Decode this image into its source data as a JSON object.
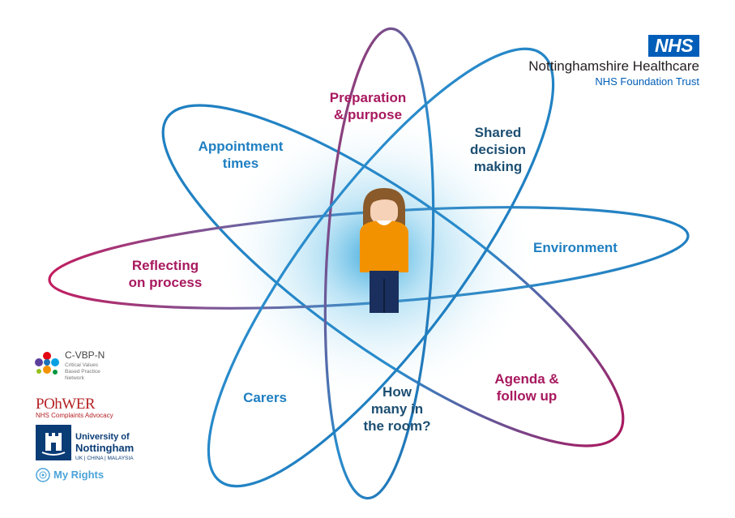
{
  "organisation": {
    "badge": "NHS",
    "name": "Nottinghamshire Healthcare",
    "subtitle": "NHS Foundation Trust"
  },
  "labels": {
    "preparation": [
      "Preparation",
      "& purpose"
    ],
    "shared": [
      "Shared",
      "decision",
      "making"
    ],
    "appointment": [
      "Appointment",
      "times"
    ],
    "environment": [
      "Environment"
    ],
    "reflecting": [
      "Reflecting",
      "on process"
    ],
    "agenda": [
      "Agenda &",
      "follow up"
    ],
    "carers": [
      "Carers"
    ],
    "howmany": [
      "How",
      "many in",
      "the room?"
    ]
  },
  "partners": {
    "cvbp_title": "C-VBP-N",
    "cvbp_subtitle": "Critical Values Based Practice Network",
    "pohwer": "POhWER",
    "pohwer_subtitle": "NHS Complaints Advocacy",
    "uon_line1": "University of",
    "uon_line2": "Nottingham",
    "uon_campuses": "UK | CHINA | MALAYSIA",
    "myrights": "My Rights"
  },
  "colors": {
    "blue": "#1f7fc1",
    "dark_blue": "#1d4f72",
    "magenta": "#a8195f",
    "nhs_blue": "#005eb8",
    "person_shirt": "#f39200",
    "person_trousers": "#1b2f5e",
    "person_hair": "#8a5a2b"
  },
  "icons": [
    "person-figure",
    "nhs-logo",
    "cvbp-logo",
    "uon-crest-icon",
    "myrights-icon"
  ]
}
